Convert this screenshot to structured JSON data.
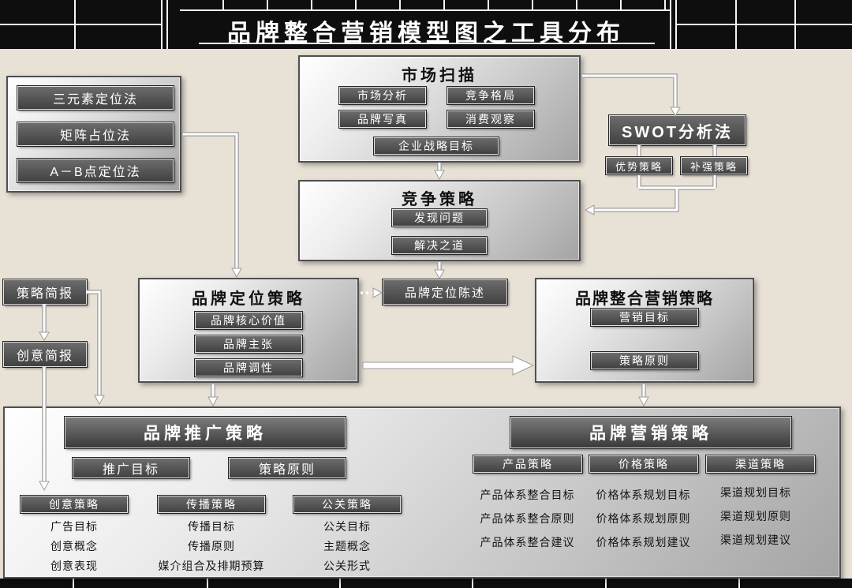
{
  "header": {
    "title": "品牌整合营销模型图之工具分布"
  },
  "tools": {
    "items": [
      "三元素定位法",
      "矩阵占位法",
      "A－B点定位法"
    ]
  },
  "market_scan": {
    "title": "市场扫描",
    "items": [
      "市场分析",
      "竞争格局",
      "品牌写真",
      "消费观察",
      "企业战略目标"
    ]
  },
  "swot": {
    "title": "SWOT分析法",
    "items": [
      "优势策略",
      "补强策略"
    ]
  },
  "competition": {
    "title": "竞争策略",
    "items": [
      "发现问题",
      "解决之道"
    ]
  },
  "briefs": {
    "strategy": "策略简报",
    "creative": "创意简报"
  },
  "positioning": {
    "title": "品牌定位策略",
    "items": [
      "品牌核心价值",
      "品牌主张",
      "品牌调性"
    ],
    "statement": "品牌定位陈述"
  },
  "imc": {
    "title": "品牌整合营销策略",
    "items": [
      "营销目标",
      "策略原则"
    ]
  },
  "promotion": {
    "title": "品牌推广策略",
    "buttons": [
      "推广目标",
      "策略原则"
    ],
    "columns": [
      {
        "header": "创意策略",
        "items": [
          "广告目标",
          "创意概念",
          "创意表现"
        ]
      },
      {
        "header": "传播策略",
        "items": [
          "传播目标",
          "传播原则",
          "媒介组合及排期预算"
        ]
      },
      {
        "header": "公关策略",
        "items": [
          "公关目标",
          "主题概念",
          "公关形式"
        ]
      }
    ]
  },
  "marketing": {
    "title": "品牌营销策略",
    "columns": [
      {
        "header": "产品策略",
        "items": [
          "产品体系整合目标",
          "产品体系整合原则",
          "产品体系整合建议"
        ]
      },
      {
        "header": "价格策略",
        "items": [
          "价格体系规划目标",
          "价格体系规划原则",
          "价格体系规划建议"
        ]
      },
      {
        "header": "渠道策略",
        "items": [
          "渠道规划目标",
          "渠道规划原则",
          "渠道规划建议"
        ]
      }
    ]
  },
  "colors": {
    "background": "#e8e1d6",
    "bar": "#0e0e0e",
    "button_dark": "#4a4a4a",
    "panel_border": "#4f4f4f"
  }
}
